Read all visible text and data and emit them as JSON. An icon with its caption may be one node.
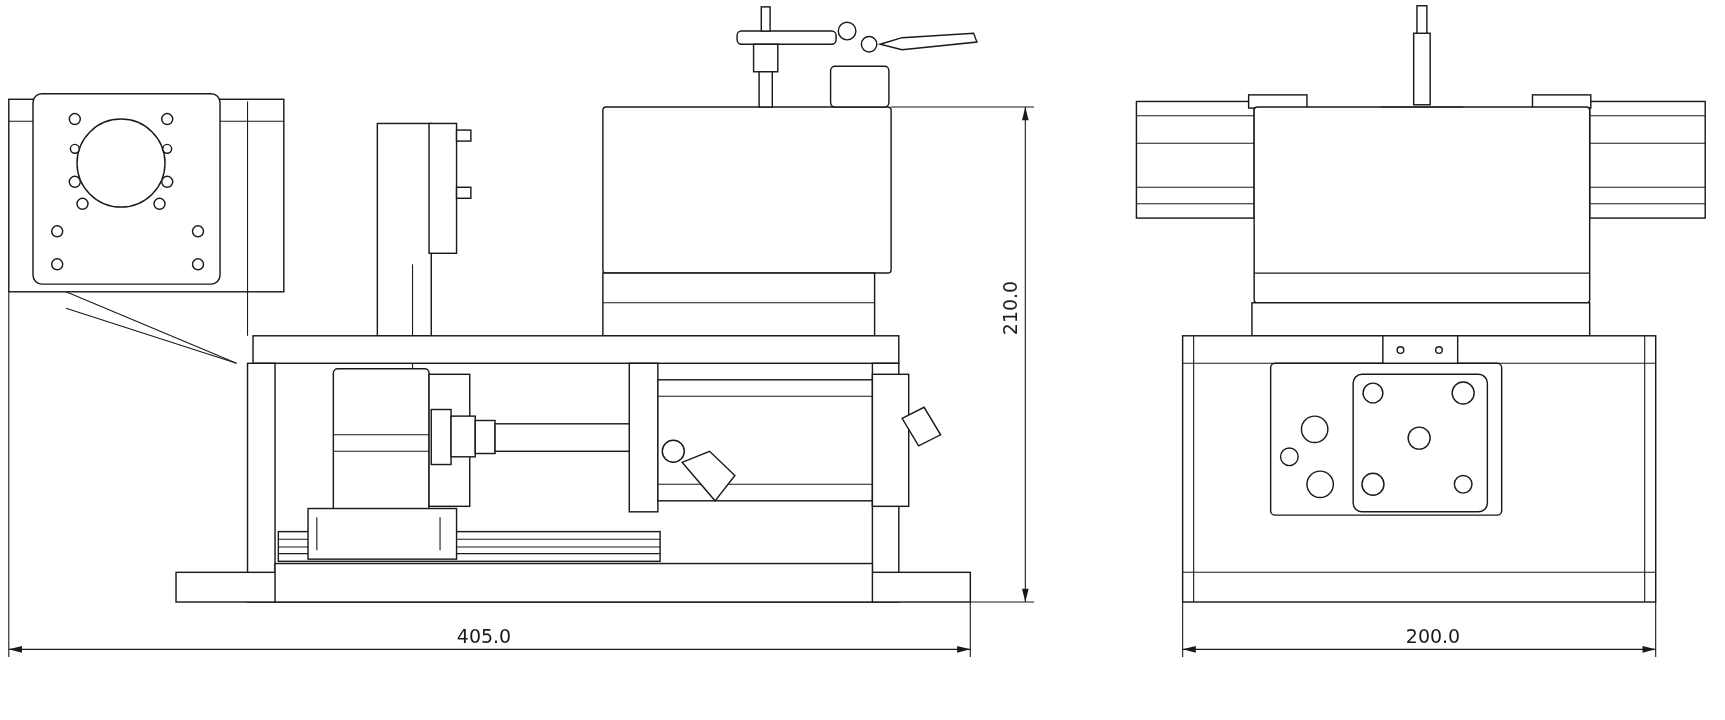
{
  "diagram": {
    "labels": [
      "210.0",
      "405.0",
      "200.0"
    ]
  }
}
